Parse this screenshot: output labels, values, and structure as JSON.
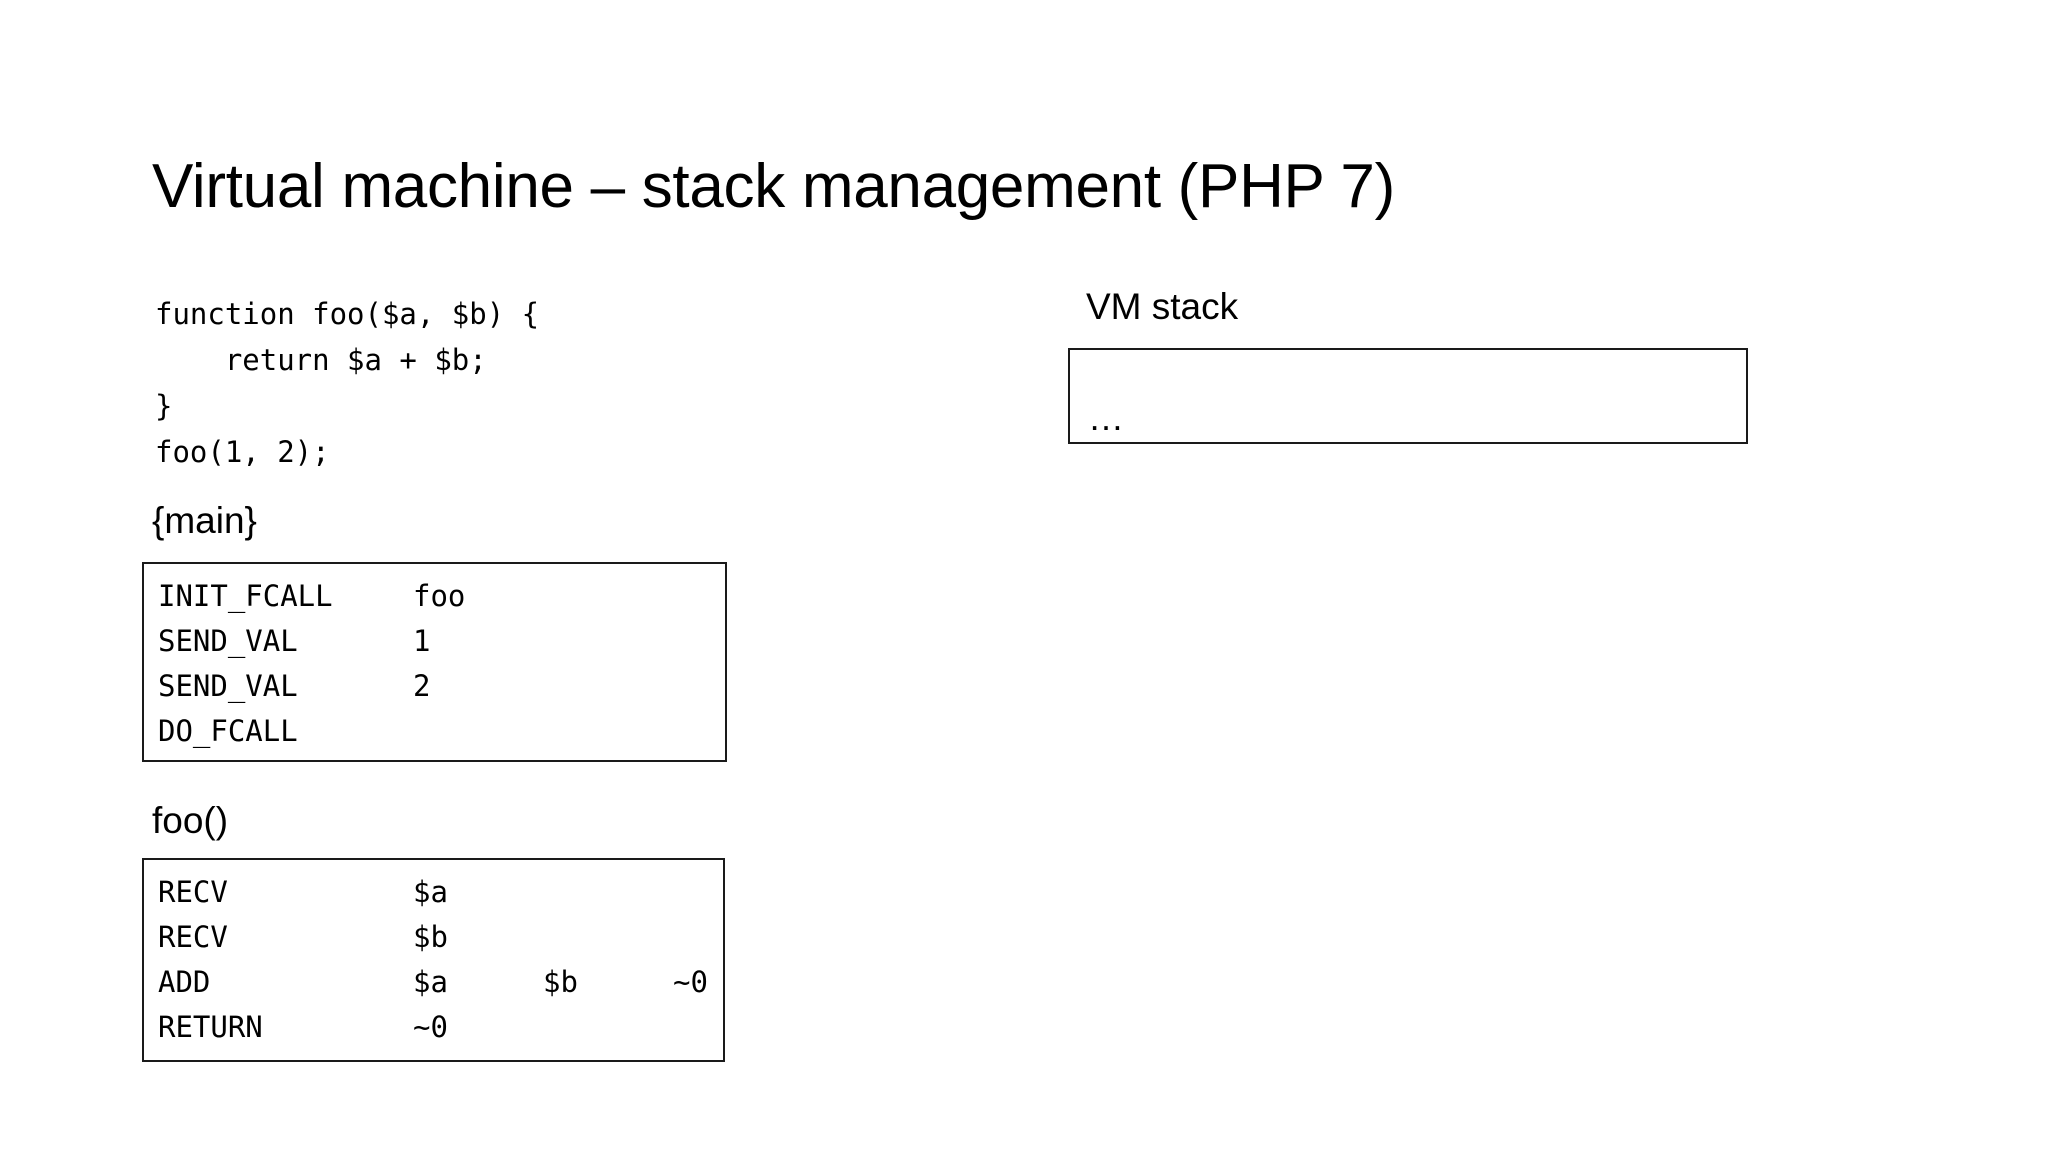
{
  "slide": {
    "title": "Virtual machine – stack management (PHP 7)",
    "background_color": "#ffffff",
    "text_color": "#000000",
    "border_color": "#1a1a1a"
  },
  "source_code": {
    "language": "php",
    "text": "function foo($a, $b) {\n    return $a + $b;\n}\nfoo(1, 2);"
  },
  "main_section": {
    "heading": "{main}",
    "opcodes": [
      {
        "op": "INIT_FCALL",
        "args": [
          "foo"
        ]
      },
      {
        "op": "SEND_VAL",
        "args": [
          "1"
        ]
      },
      {
        "op": "SEND_VAL",
        "args": [
          "2"
        ]
      },
      {
        "op": "DO_FCALL",
        "args": []
      }
    ]
  },
  "foo_section": {
    "heading": "foo()",
    "opcodes": [
      {
        "op": "RECV",
        "args": [
          "$a"
        ]
      },
      {
        "op": "RECV",
        "args": [
          "$b"
        ]
      },
      {
        "op": "ADD",
        "args": [
          "$a",
          "$b",
          "~0"
        ]
      },
      {
        "op": "RETURN",
        "args": [
          "~0"
        ]
      }
    ]
  },
  "vm_stack": {
    "label": "VM stack",
    "frames": [
      {
        "content": "…"
      }
    ]
  }
}
